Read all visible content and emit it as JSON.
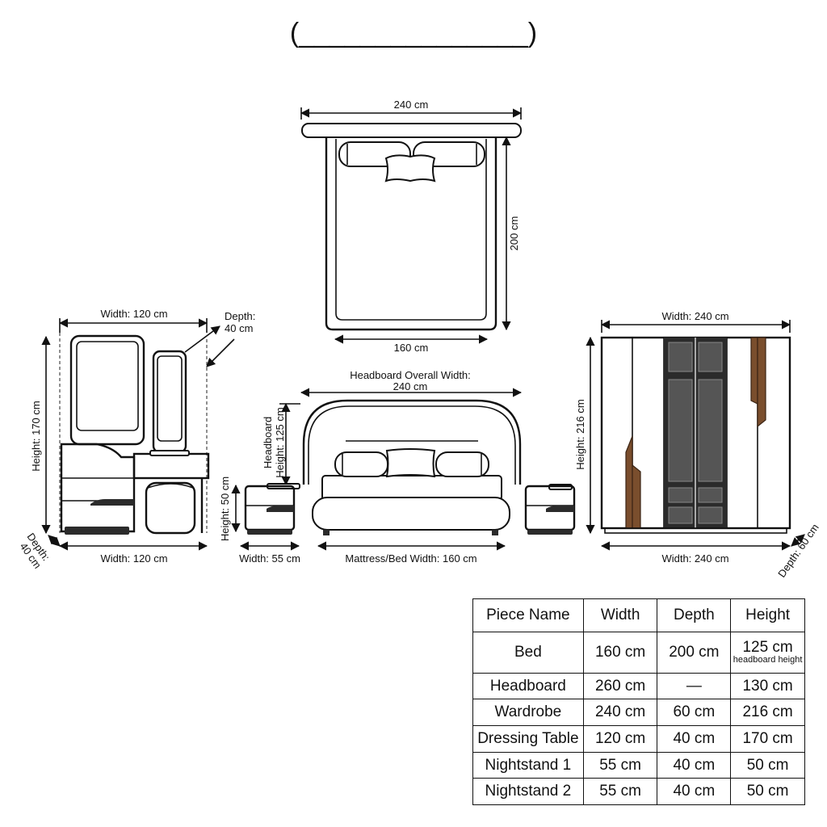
{
  "title": {
    "text": "(_______________)"
  },
  "bed_top": {
    "width": "240 cm",
    "length": "200 cm",
    "inner_width": "160 cm"
  },
  "vanity": {
    "width_top": "Width: 120 cm",
    "depth_top_1": "Depth:",
    "depth_top_2": "40 cm",
    "height": "Height: 170 cm",
    "depth_bottom_1": "Depth:",
    "depth_bottom_2": "40 cm",
    "width_bottom": "Width: 120 cm"
  },
  "headboard": {
    "overall_1": "Headboard Overall Width:",
    "overall_2": "240 cm",
    "height_1": "Headboard",
    "height_2": "Height: 125 cm"
  },
  "nightstand": {
    "height": "Height: 50 cm",
    "width": "Width: 55 cm"
  },
  "mattress": {
    "width": "Mattress/Bed Width: 160 cm"
  },
  "wardrobe": {
    "width_top": "Width: 240 cm",
    "height": "Height: 216 cm",
    "width_bottom": "Width: 240 cm",
    "depth": "Depth: 60 cm"
  },
  "colors": {
    "wood": "#7a4e2d",
    "dark_glass": "#2b2b2b",
    "line": "#111111"
  },
  "table": {
    "headers": [
      "Piece Name",
      "Width",
      "Depth",
      "Height"
    ],
    "rows": [
      {
        "name": "Bed",
        "width": "160 cm",
        "depth": "200 cm",
        "height": "125 cm",
        "note": "headboard height"
      },
      {
        "name": "Headboard",
        "width": "260 cm",
        "depth": "—",
        "height": "130 cm"
      },
      {
        "name": "Wardrobe",
        "width": "240 cm",
        "depth": "60 cm",
        "height": "216 cm"
      },
      {
        "name": "Dressing Table",
        "width": "120 cm",
        "depth": "40 cm",
        "height": "170 cm"
      },
      {
        "name": "Nightstand 1",
        "width": "55 cm",
        "depth": "40 cm",
        "height": "50 cm"
      },
      {
        "name": "Nightstand 2",
        "width": "55 cm",
        "depth": "40 cm",
        "height": "50 cm"
      }
    ]
  }
}
